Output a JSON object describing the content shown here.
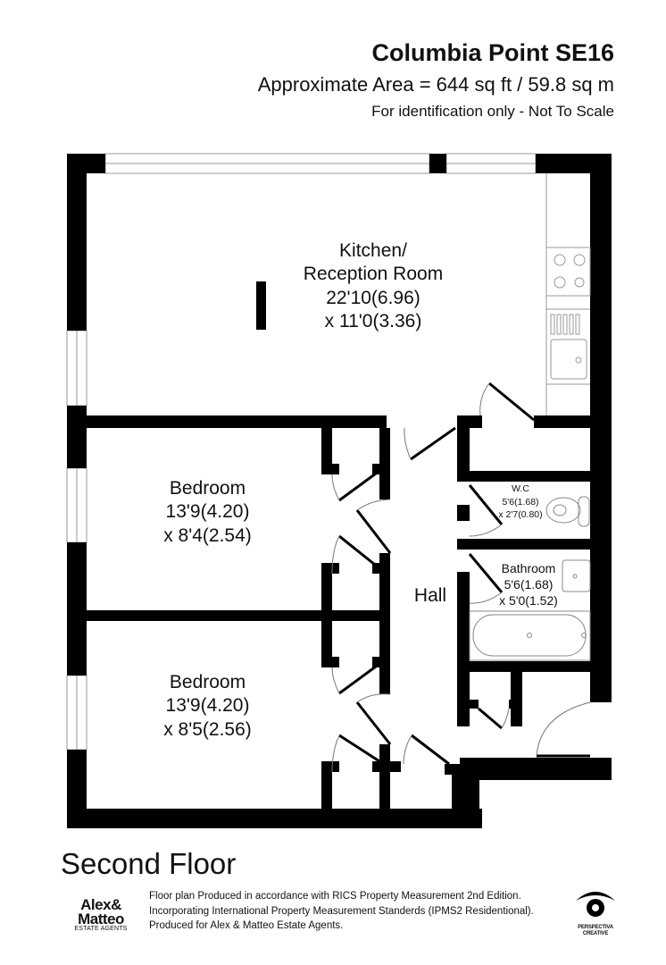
{
  "header": {
    "title": "Columbia Point SE16",
    "area": "Approximate Area = 644 sq ft / 59.8 sq m",
    "note": "For identification only - Not To Scale"
  },
  "rooms": {
    "kitchen": {
      "name": "Kitchen/",
      "name2": "Reception Room",
      "dim1": "22'10(6.96)",
      "dim2": "x 11'0(3.36)"
    },
    "bedroom1": {
      "name": "Bedroom",
      "dim1": "13'9(4.20)",
      "dim2": "x 8'4(2.54)"
    },
    "bedroom2": {
      "name": "Bedroom",
      "dim1": "13'9(4.20)",
      "dim2": "x 8'5(2.56)"
    },
    "wc": {
      "name": "W.C",
      "dim1": "5'6(1.68)",
      "dim2": "x 2'7(0.80)"
    },
    "bathroom": {
      "name": "Bathroom",
      "dim1": "5'6(1.68)",
      "dim2": "x 5'0(1.52)"
    },
    "hall": {
      "name": "Hall"
    }
  },
  "footer": {
    "floor": "Second Floor",
    "credit_line1": "Floor plan Produced in accordance with RICS Property Measurement 2nd Edition.",
    "credit_line2": "Incorporating International Property Measurement Standerds (IPMS2  Residentional).",
    "credit_line3": "Produced for Alex & Matteo Estate Agents.",
    "agent_logo": {
      "line1": "Alex&",
      "line2": "Matteo",
      "line3": "ESTATE AGENTS"
    },
    "studio_logo": {
      "line1": "PERSPECTIVA",
      "line2": "CREATIVE"
    }
  },
  "colors": {
    "wall": "#000000",
    "fixture_line": "#888888",
    "background": "#ffffff"
  }
}
